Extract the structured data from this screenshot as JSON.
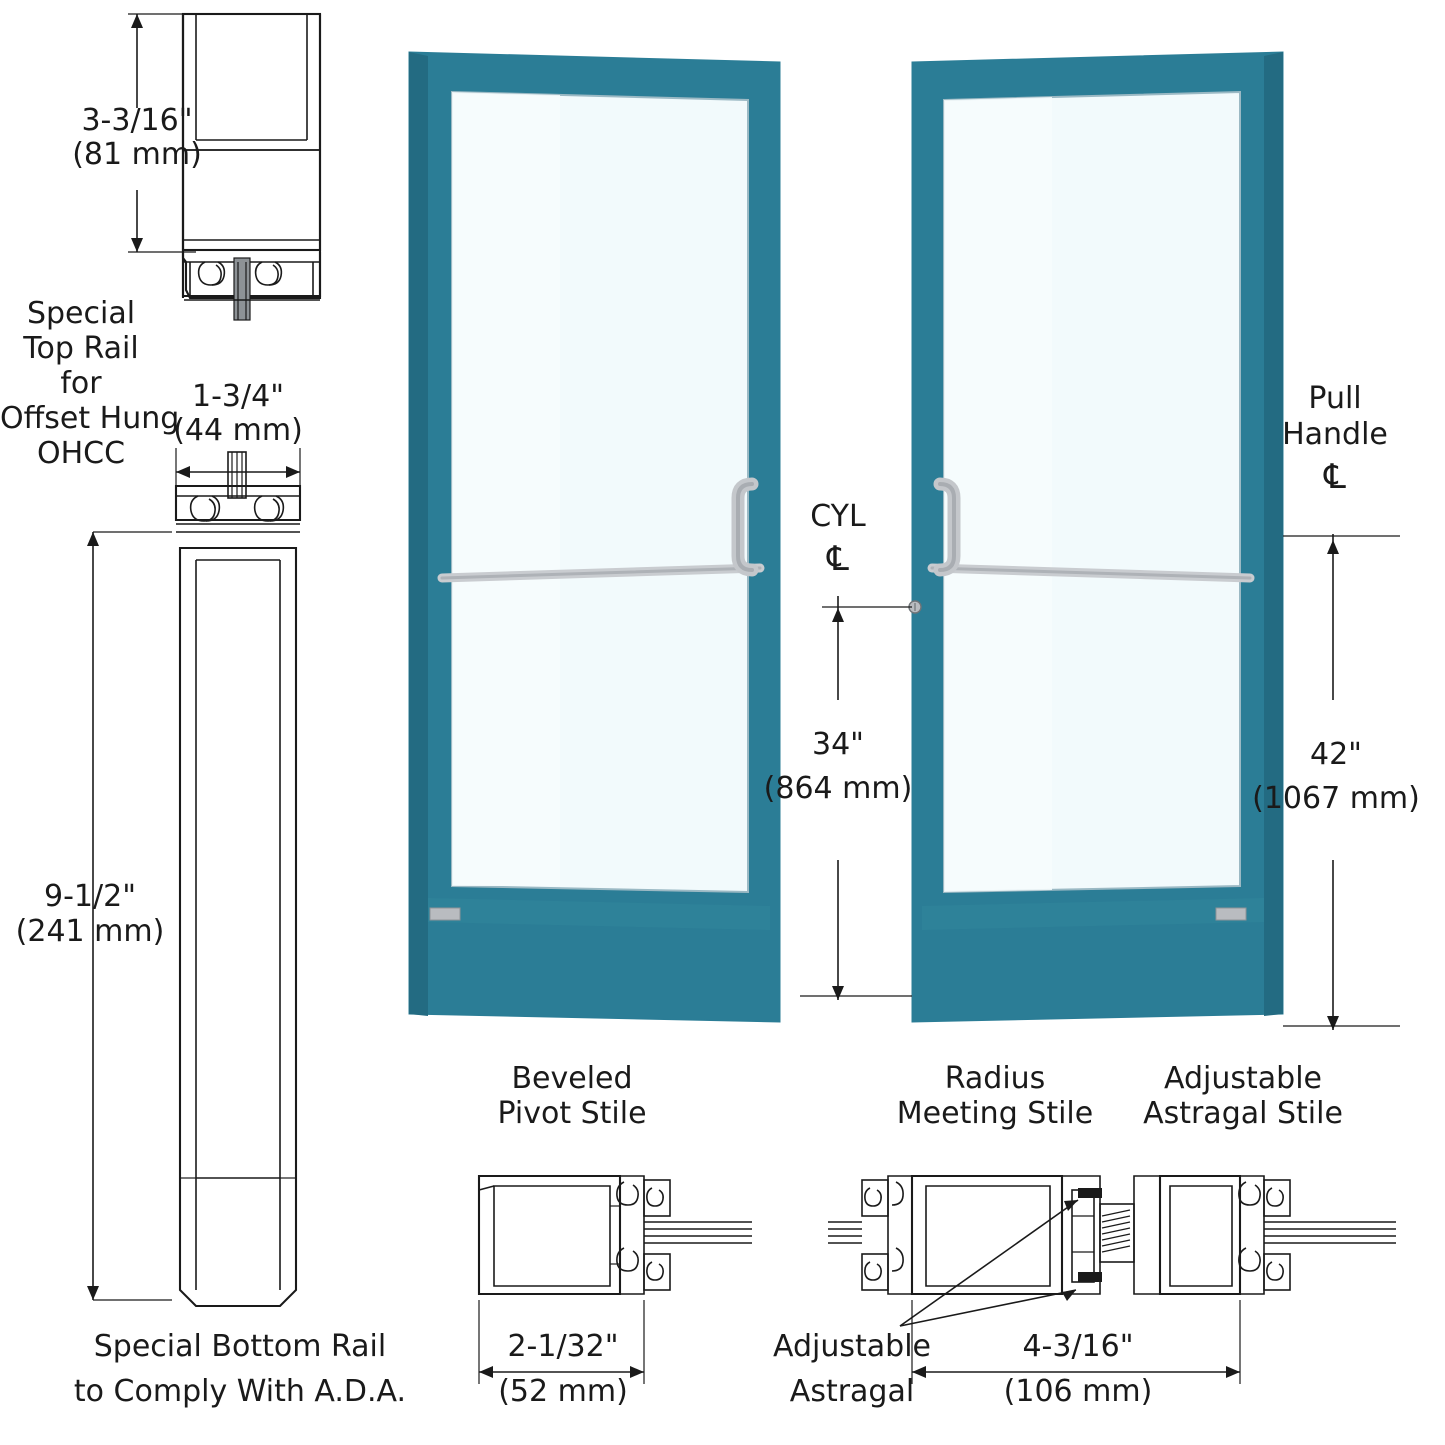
{
  "drawing": {
    "title": "Commercial Entrance Door Assembly Detail",
    "background_color": "#ffffff",
    "line_color": "#1a1a1a",
    "door_color": "#2b7d96",
    "door_color_dark": "#236b82",
    "glass_color": "#f2fafc",
    "hardware_color": "#b9bcc0"
  },
  "top_rail_detail": {
    "dimension_inches": "3-3/16\"",
    "dimension_mm": "(81 mm)",
    "caption_line1": "Special",
    "caption_line2": "Top Rail",
    "caption_line3": "for",
    "caption_line4": "Offset Hung",
    "caption_line5": "OHCC"
  },
  "bottom_rail_detail": {
    "width_inches": "1-3/4\"",
    "width_mm": "(44 mm)",
    "height_inches": "9-1/2\"",
    "height_mm": "(241 mm)",
    "caption_line1": "Special Bottom Rail",
    "caption_line2": "to Comply With A.D.A."
  },
  "center_dimension": {
    "label_line1": "CYL",
    "label_line2": "℄",
    "value_inches": "34\"",
    "value_mm": "(864 mm)"
  },
  "right_dimension": {
    "label_line1": "Pull",
    "label_line2": "Handle",
    "label_line3": "℄",
    "value_inches": "42\"",
    "value_mm": "(1067 mm)"
  },
  "stile_details": [
    {
      "name": "beveled-pivot-stile",
      "title_line1": "Beveled",
      "title_line2": "Pivot Stile",
      "dim_inches": "2-1/32\"",
      "dim_mm": "(52 mm)"
    },
    {
      "name": "radius-meeting-stile",
      "title_line1": "Radius",
      "title_line2": "Meeting Stile",
      "dim_inches": "",
      "dim_mm": ""
    },
    {
      "name": "adjustable-astragal-stile",
      "title_line1": "Adjustable",
      "title_line2": "Astragal Stile",
      "dim_inches": "4-3/16\"",
      "dim_mm": "(106 mm)"
    }
  ],
  "astragal_callout": {
    "line1": "Adjustable",
    "line2": "Astragal"
  }
}
